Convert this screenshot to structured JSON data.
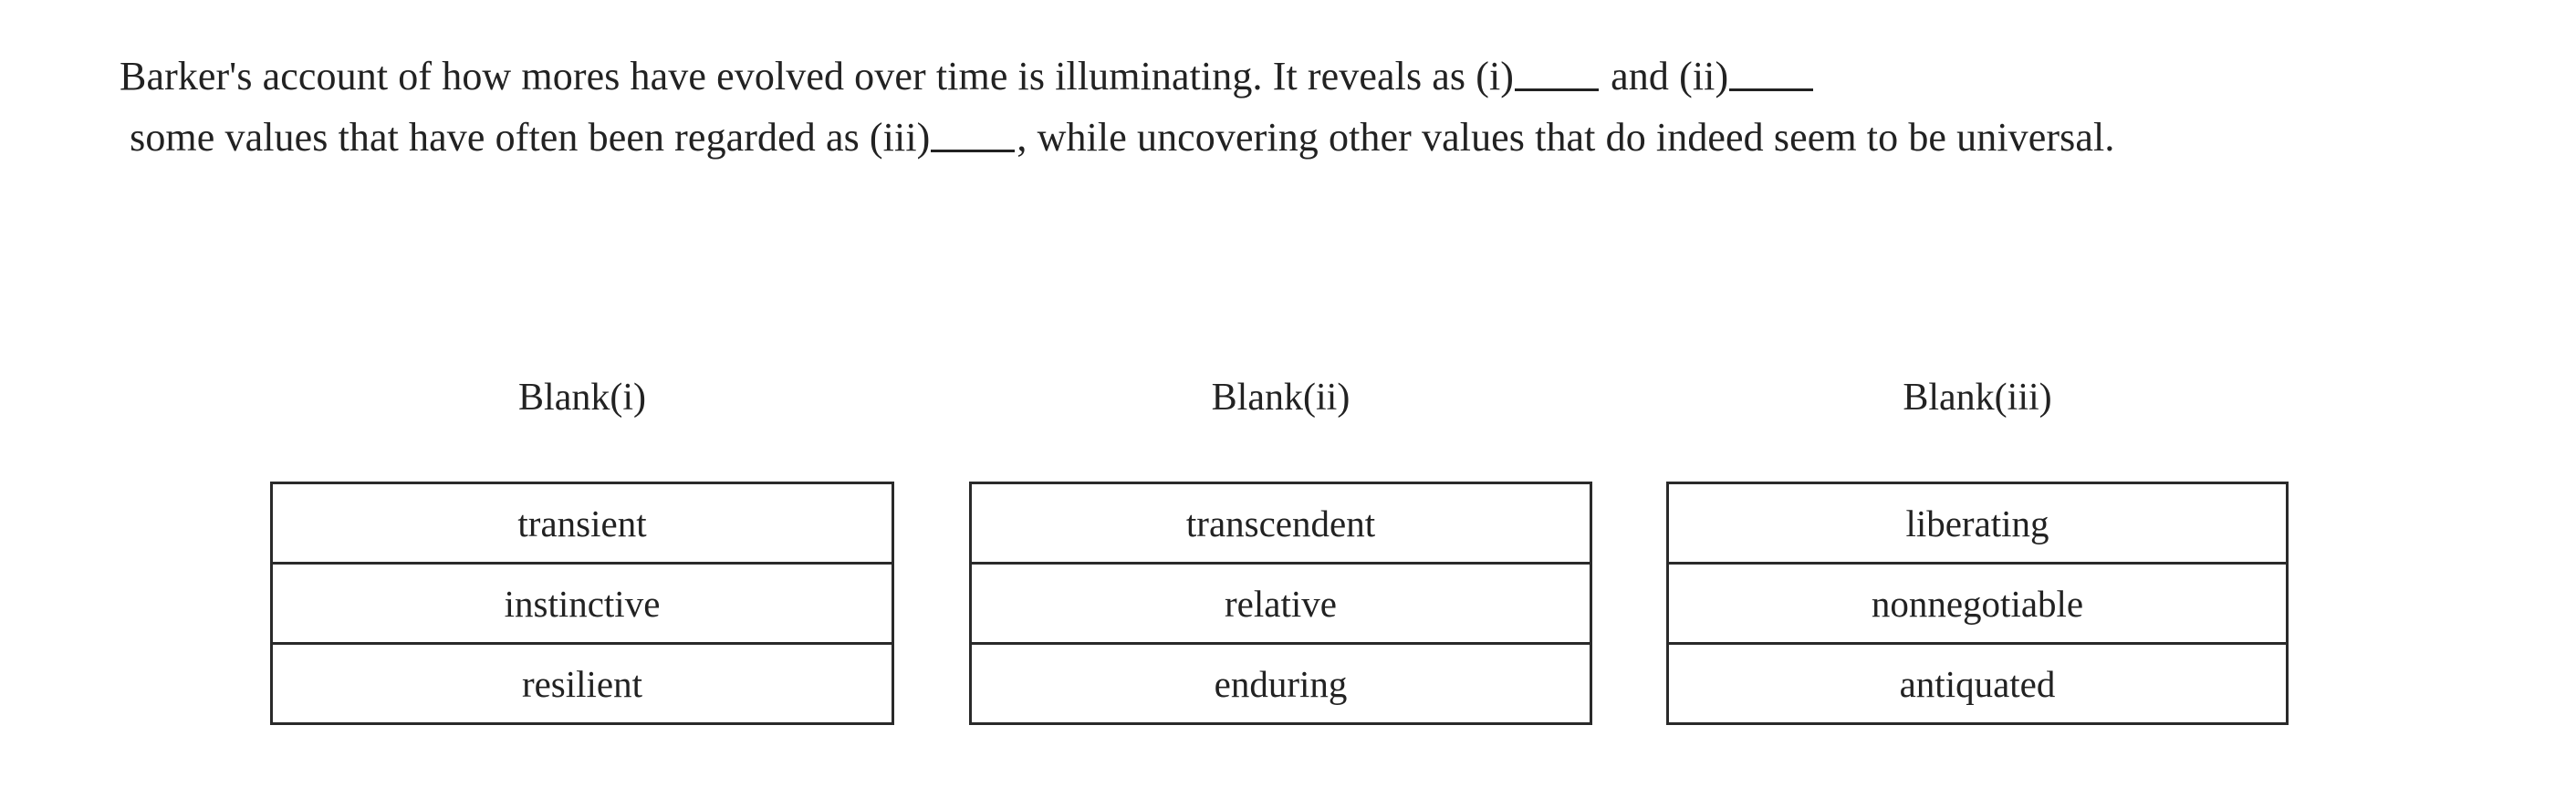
{
  "passage": {
    "part1": "Barker's account of how mores have evolved over time is illuminating. It reveals as (i)",
    "part2": " and (ii)",
    "part3": " some values that have often been regarded as (iii)",
    "part4": ", while uncovering other values that do indeed seem to be universal.",
    "blank_marker": "_____"
  },
  "blanks": [
    {
      "header": "Blank(i)",
      "options": [
        "transient",
        "instinctive",
        "resilient"
      ]
    },
    {
      "header": "Blank(ii)",
      "options": [
        "transcendent",
        "relative",
        "enduring"
      ]
    },
    {
      "header": "Blank(iii)",
      "options": [
        "liberating",
        "nonnegotiable",
        "antiquated"
      ]
    }
  ],
  "colors": {
    "text": "#222222",
    "border": "#2a2a2a",
    "background": "#ffffff"
  }
}
